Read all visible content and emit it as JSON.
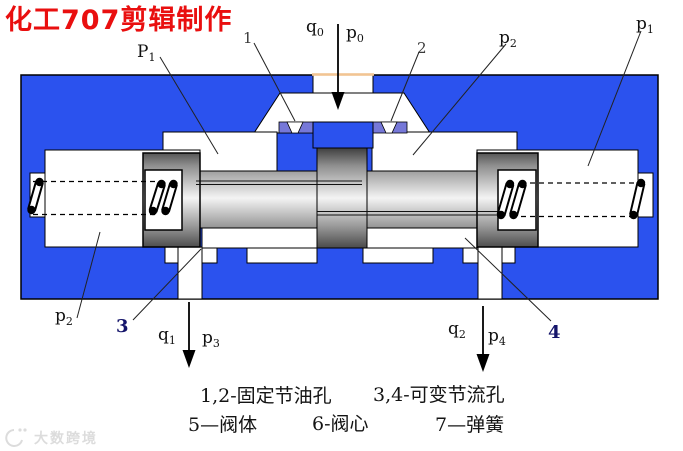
{
  "title": "化工707剪辑制作",
  "watermark": "大数跨境",
  "colors": {
    "body_blue": "#2b52ee",
    "orifice_purple": "#7678d8",
    "inlet_line_orange": "#f2c493",
    "title_red": "#e90f0f",
    "label_navy": "#14146a",
    "watermark_gray": "#dcdcdc"
  },
  "port_labels": {
    "p1_top_left": {
      "base": "P",
      "sub": "1"
    },
    "q0": {
      "base": "q",
      "sub": "0"
    },
    "p0": {
      "base": "p",
      "sub": "0"
    },
    "p2_top": {
      "base": "p",
      "sub": "2"
    },
    "p1_top_right": {
      "base": "p",
      "sub": "1"
    },
    "p2_bottom_left": {
      "base": "p",
      "sub": "2"
    },
    "q1": {
      "base": "q",
      "sub": "1"
    },
    "p3": {
      "base": "p",
      "sub": "3"
    },
    "q2": {
      "base": "q",
      "sub": "2"
    },
    "p4": {
      "base": "p",
      "sub": "4"
    }
  },
  "callouts": {
    "orifice1": "1",
    "orifice2": "2",
    "orifice3": "3",
    "orifice4": "4"
  },
  "legend": {
    "line1_left": "1,2-固定节油孔",
    "line1_right": "3,4-可变节流孔",
    "line2_items": [
      "5—阀体",
      "6-阀心",
      "7—弹簧"
    ]
  }
}
